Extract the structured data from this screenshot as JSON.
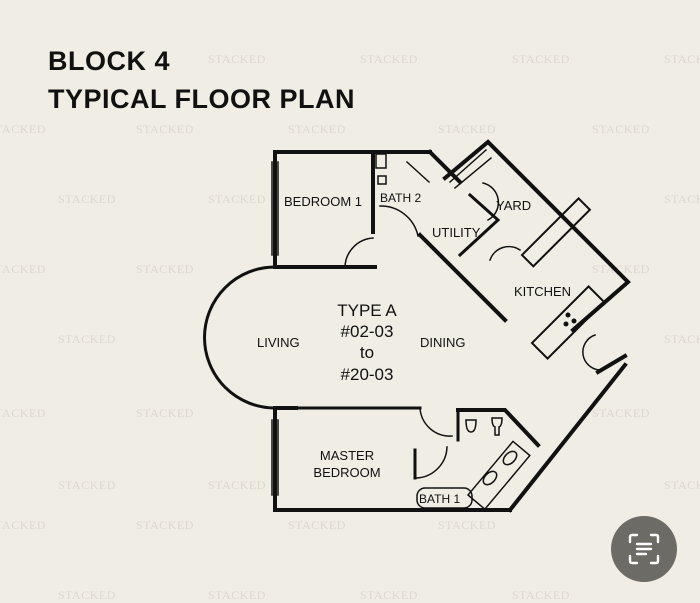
{
  "title": {
    "line1": "BLOCK 4",
    "line2": "TYPICAL FLOOR PLAN"
  },
  "watermark": "STACKED",
  "plan": {
    "unit_type": "TYPE A",
    "unit_from": "#02-03",
    "unit_to_word": "to",
    "unit_to": "#20-03",
    "rooms": {
      "bedroom1": "BEDROOM 1",
      "bath2": "BATH 2",
      "utility": "UTILITY",
      "yard": "YARD",
      "kitchen": "KITCHEN",
      "living": "LIVING",
      "dining": "DINING",
      "master_line1": "MASTER",
      "master_line2": "BEDROOM",
      "bath1": "BATH 1"
    }
  },
  "scan_button": {
    "icon": "text-scan-icon"
  },
  "colors": {
    "background": "#f0ede4",
    "ink": "#111111",
    "button": "#6d6b66"
  }
}
